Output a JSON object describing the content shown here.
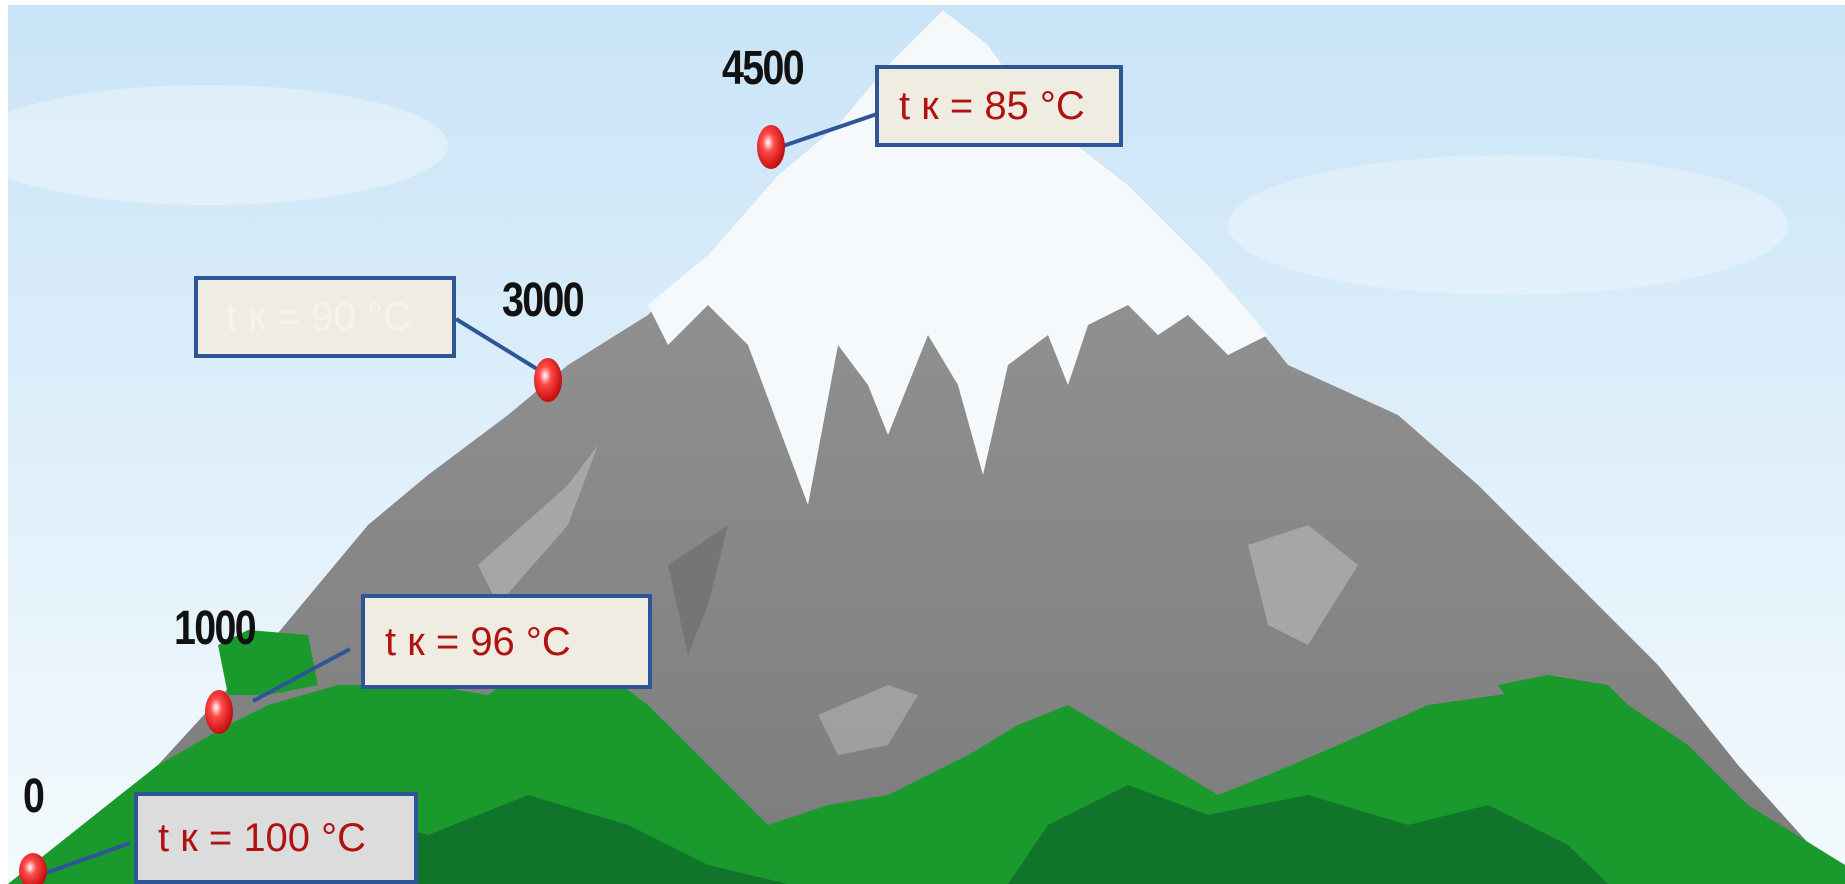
{
  "points": [
    {
      "altitude": "4500",
      "temperature": "t к = 85 °C"
    },
    {
      "altitude": "3000",
      "temperature": "t к = 90 °C"
    },
    {
      "altitude": "1000",
      "temperature": "t к = 96 °C"
    },
    {
      "altitude": "0",
      "temperature": "t к = 100 °C"
    }
  ],
  "colors": {
    "sky_top": "#c6e2f6",
    "sky_bottom": "#f2f9fd",
    "rock": "#8c8c8c",
    "rock_dark": "#6a6a6a",
    "snow": "#f5f9fc",
    "forest": "#1a9a2c",
    "forest_dark": "#0e6a2a",
    "marker": "#e21b1b",
    "box_border": "#2e5597",
    "box_fill": "#efede2",
    "label_text": "#b01212"
  }
}
